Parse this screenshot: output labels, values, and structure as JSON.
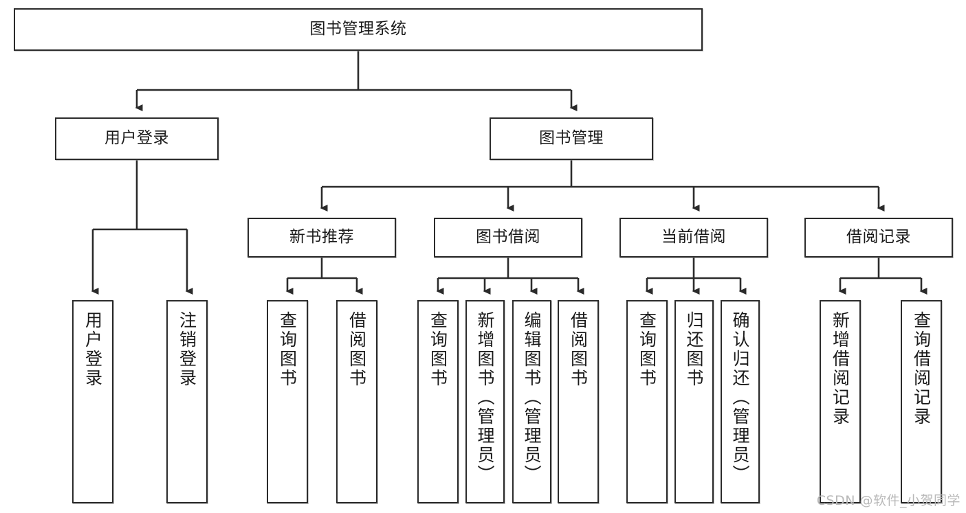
{
  "diagram": {
    "title": "图书管理系统",
    "watermark": "CSDN @软件_小贺同学",
    "root": {
      "label": "图书管理系统"
    },
    "level1": [
      {
        "label": "用户登录"
      },
      {
        "label": "图书管理"
      }
    ],
    "level2": [
      {
        "label": "新书推荐"
      },
      {
        "label": "图书借阅"
      },
      {
        "label": "当前借阅"
      },
      {
        "label": "借阅记录"
      }
    ],
    "leaves": {
      "user_login": [
        {
          "label": "用户登录"
        },
        {
          "label": "注销登录"
        }
      ],
      "new_book_recommend": [
        {
          "label": "查询图书"
        },
        {
          "label": "借阅图书"
        }
      ],
      "book_borrow": [
        {
          "label": "查询图书"
        },
        {
          "label": "新增图书（管理员）"
        },
        {
          "label": "编辑图书（管理员）"
        },
        {
          "label": "借阅图书"
        }
      ],
      "current_borrow": [
        {
          "label": "查询图书"
        },
        {
          "label": "归还图书"
        },
        {
          "label": "确认归还（管理员）"
        }
      ],
      "borrow_record": [
        {
          "label": "新增借阅记录"
        },
        {
          "label": "查询借阅记录"
        }
      ]
    },
    "colors": {
      "stroke": "#2b2b2b",
      "fill": "#ffffff",
      "text": "#1a1a1a",
      "watermark": "#b9b9b9"
    }
  }
}
